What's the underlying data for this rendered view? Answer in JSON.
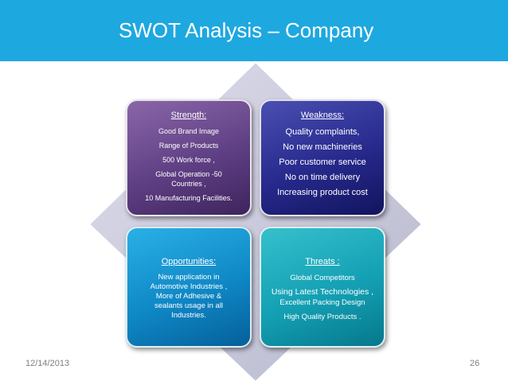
{
  "slide": {
    "title": "SWOT Analysis – Company",
    "date": "12/14/2013",
    "page_number": "26"
  },
  "swot": {
    "strength": {
      "title": "Strength:",
      "items": [
        "Good Brand Image",
        "Range of Products",
        "500 Work force ,",
        "Global Operation -50 Countries ,",
        "10 Manufacturing Facilities."
      ]
    },
    "weakness": {
      "title": "Weakness:",
      "items": [
        "Quality complaints,",
        "No new machineries",
        "Poor customer service",
        "No on time delivery",
        "Increasing product cost"
      ]
    },
    "opportunities": {
      "title": "Opportunities:",
      "items": [
        "New application in",
        "Automotive Industries ,",
        "More of Adhesive &",
        "sealants usage in all",
        "Industries."
      ]
    },
    "threats": {
      "title": "Threats :",
      "items": [
        "Global Competitors",
        "Using Latest Technologies ,",
        "Excellent Packing Design",
        "High Quality Products ."
      ]
    }
  },
  "colors": {
    "header": "#1ea8e0",
    "diamond": "#c8c8dc",
    "strength": "#6b4a8e",
    "weakness": "#2a2d92",
    "opportunities": "#1796d2",
    "threats": "#1aa6b8"
  }
}
